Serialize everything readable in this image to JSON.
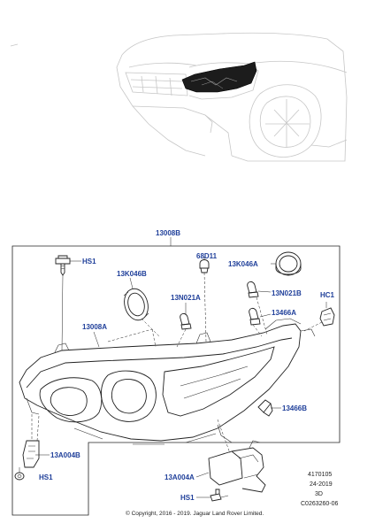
{
  "callouts": {
    "assembly": "13008B",
    "hs1_top": "HS1",
    "bulb_cover_left": "13K046B",
    "cap_68d11": "68D11",
    "cover_ring_right": "13K046A",
    "bulb_13n021a": "13N021A",
    "bulb_13n021b": "13N021B",
    "clip_hc1": "HC1",
    "housing_13008a": "13008A",
    "socket_13466a": "13466A",
    "bulb_13466b": "13466B",
    "module_13a004b": "13A004B",
    "hs1_bottom": "HS1",
    "module_13a004a": "13A004A",
    "hs1_module": "HS1"
  },
  "meta": {
    "ref_number": "4170105",
    "date_code": "24-2019",
    "view": "3D",
    "drawing_id": "C0263260-06",
    "copyright": "© Copyright, 2016 - 2019. Jaguar Land Rover Limited."
  },
  "colors": {
    "callout_blue": "#1f3f9a",
    "line": "#222222",
    "ghost": "#c6c6c6"
  }
}
